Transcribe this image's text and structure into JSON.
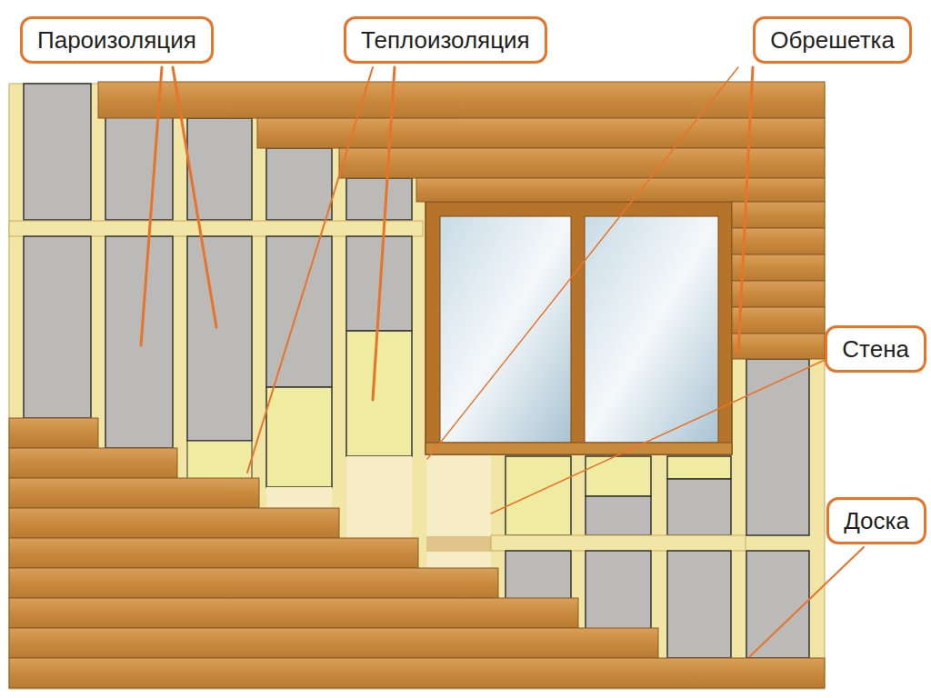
{
  "diagram": {
    "nodes": [
      {
        "text": [
          "Пароизоляция"
        ]
      },
      {
        "text": [
          "Теплоизоляция"
        ]
      },
      {
        "text": [
          "Обрешетка"
        ]
      },
      {
        "text": [
          "Стена"
        ]
      },
      {
        "text": [
          "Доска"
        ]
      }
    ]
  }
}
